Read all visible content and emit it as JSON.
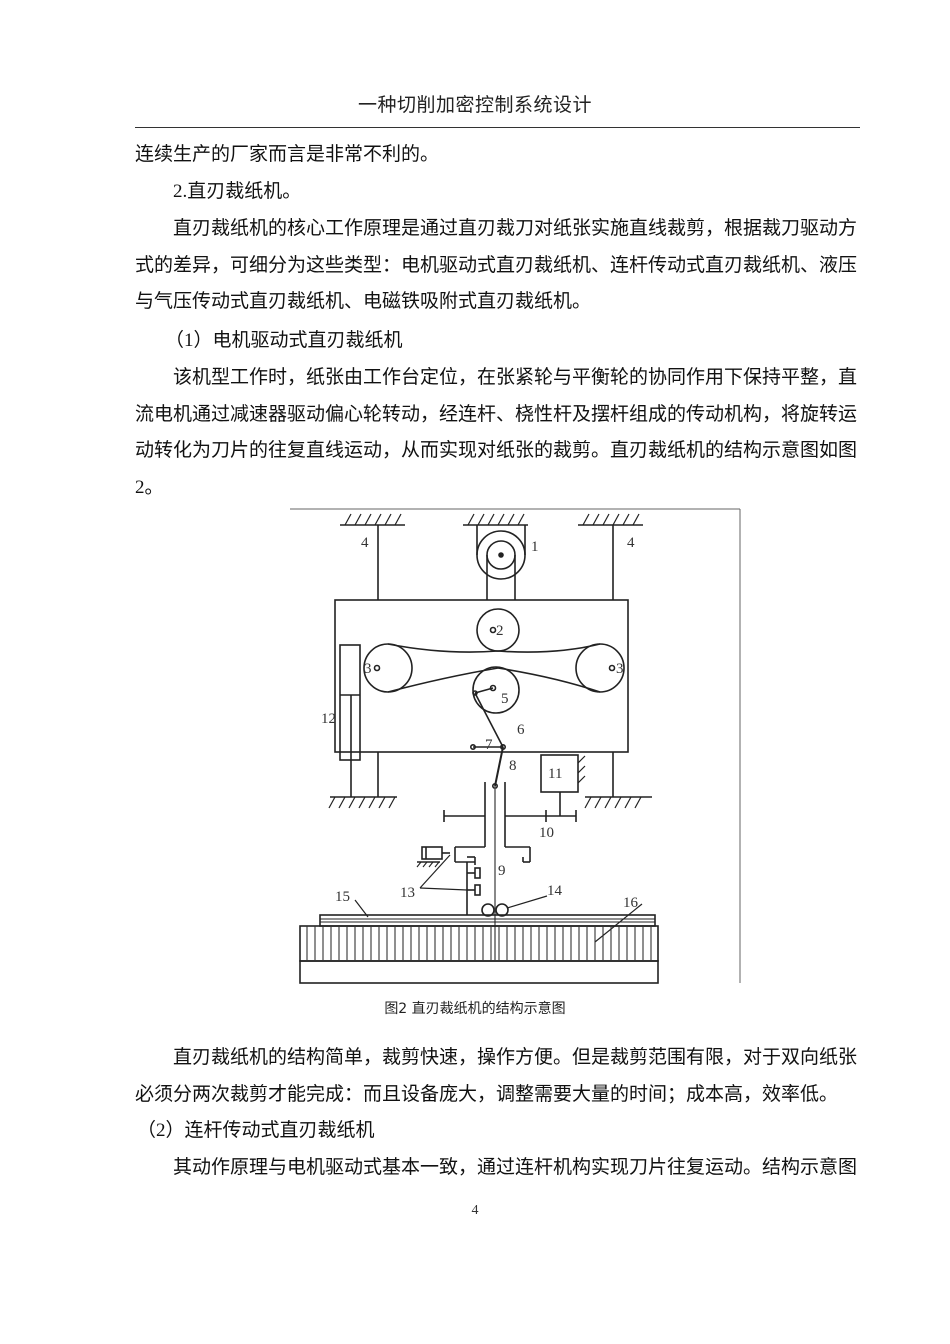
{
  "header": {
    "title": "一种切削加密控制系统设计"
  },
  "body": {
    "p0": "连续生产的厂家而言是非常不利的。",
    "h2": "2.直刃裁纸机。",
    "p1_lines": [
      "直刃裁纸机的核心工作原理是通过直刃裁刀对纸张实施直线裁剪，根据裁刀驱动方",
      "式的差异，可细分为这些类型：电机驱动式直刃裁纸机、连杆传动式直刃裁纸机、液压",
      "与气压传动式直刃裁纸机、电磁铁吸附式直刃裁纸机。"
    ],
    "h3_1": "（1）电机驱动式直刃裁纸机",
    "p2_lines": [
      "该机型工作时，纸张由工作台定位，在张紧轮与平衡轮的协同作用下保持平整，直",
      "流电机通过减速器驱动偏心轮转动，经连杆、桡性杆及摆杆组成的传动机构，将旋转运",
      "动转化为刀片的往复直线运动，从而实现对纸张的裁剪。直刃裁纸机的结构示意图如图",
      "2。"
    ],
    "p3_lines": [
      "直刃裁纸机的结构简单，裁剪快速，操作方便。但是裁剪范围有限，对于双向纸张",
      "必须分两次裁剪才能完成：而且设备庞大，调整需要大量的时间；成本高，效率低。"
    ],
    "h3_2": "（2）连杆传动式直刃裁纸机",
    "p4_lines": [
      "其动作原理与电机驱动式基本一致，通过连杆机构实现刀片往复运动。结构示意图"
    ]
  },
  "figure": {
    "caption": "图2  直刃裁纸机的结构示意图",
    "labels": {
      "l1": "1",
      "l2": "2",
      "l3a": "3",
      "l3b": "3",
      "l4a": "4",
      "l4b": "4",
      "l5": "5",
      "l6": "6",
      "l7": "7",
      "l8": "8",
      "l9": "9",
      "l10": "10",
      "l11": "11",
      "l12": "12",
      "l13": "13",
      "l14": "14",
      "l15": "15",
      "l16": "16"
    }
  },
  "footer": {
    "page_number": "4"
  }
}
